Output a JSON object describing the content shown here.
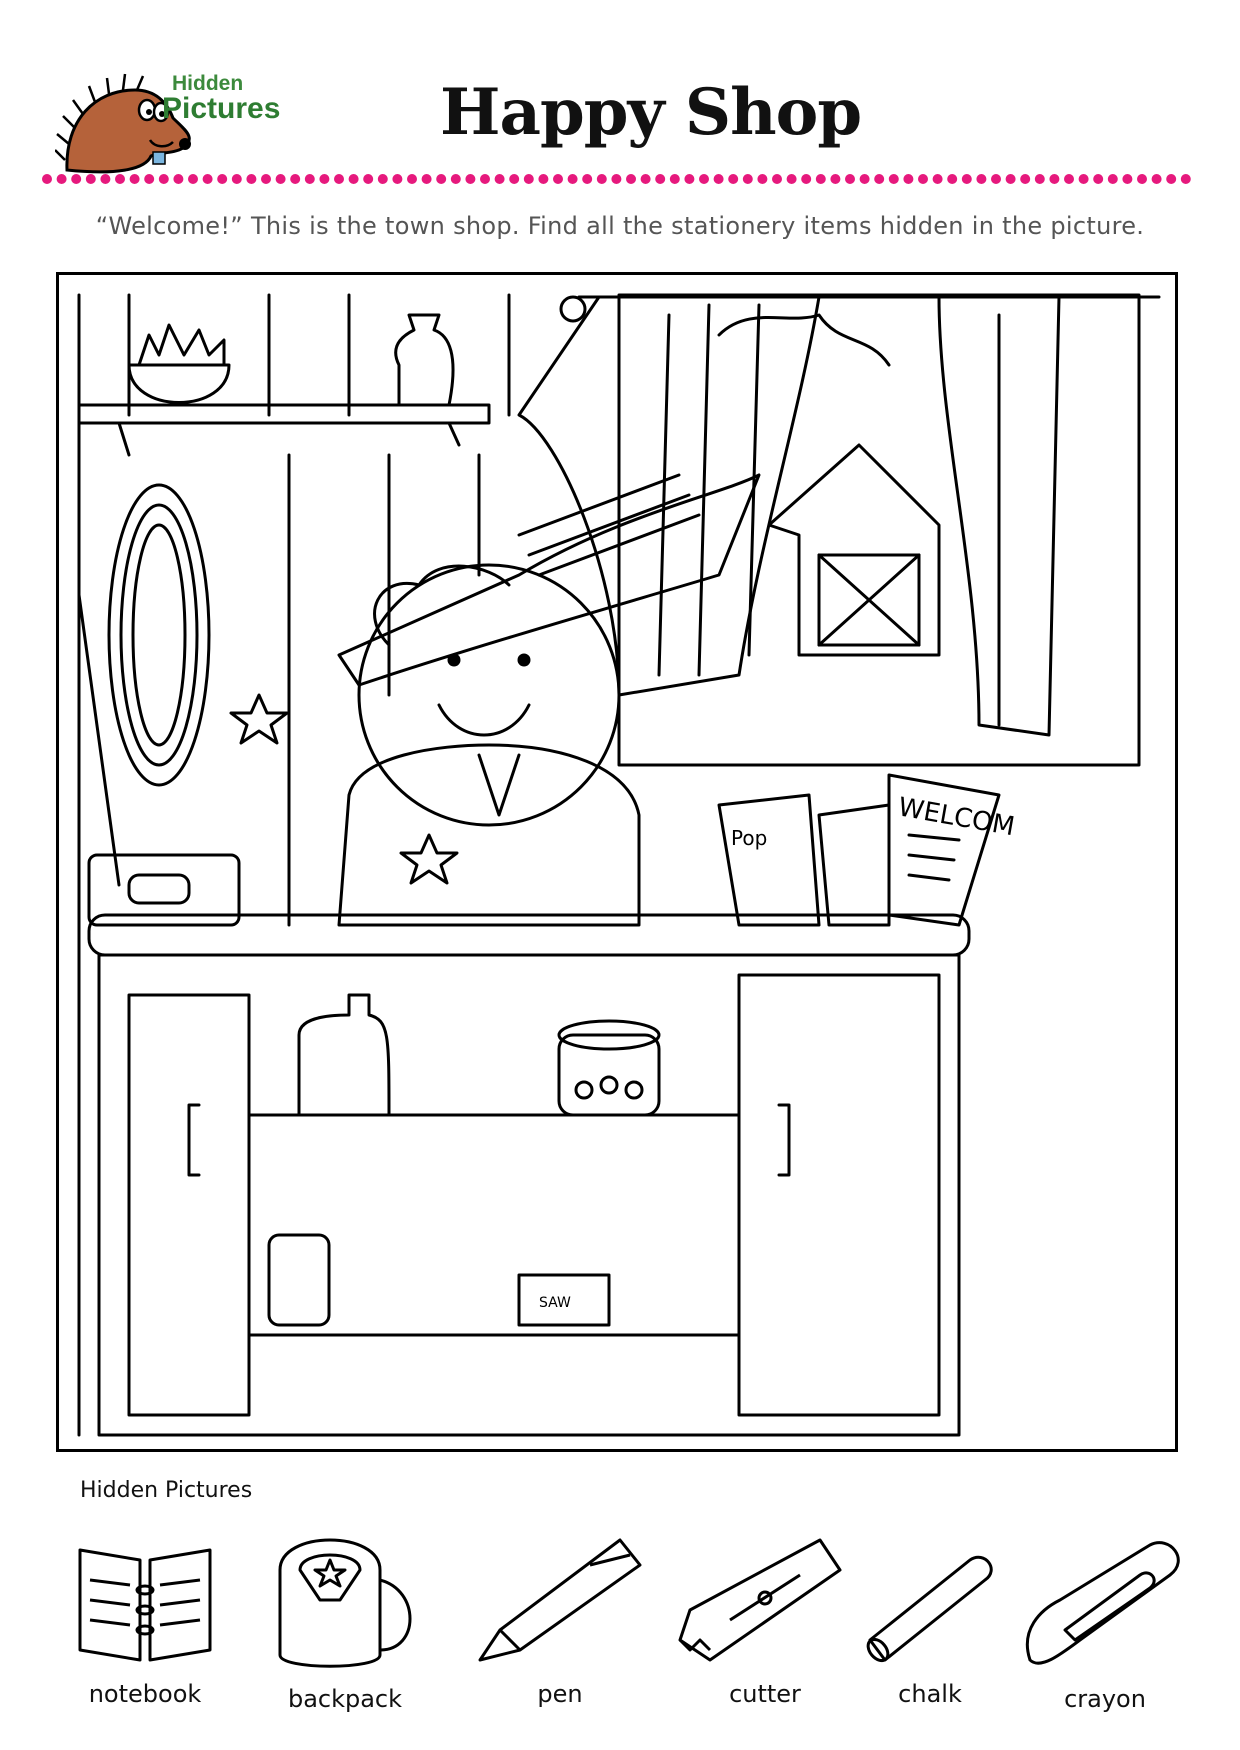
{
  "brand": {
    "line1": "Hidden",
    "line2": "Pictures"
  },
  "title": "Happy Shop",
  "instructions": "“Welcome!” This is the town shop. Find all the stationery items hidden in the picture.",
  "scene": {
    "sign_text": "WELCOM",
    "popcorn_text": "Pop",
    "box_text": "SAW"
  },
  "legend": {
    "title": "Hidden Pictures",
    "items": [
      {
        "label": "notebook",
        "icon": "notebook-icon"
      },
      {
        "label": "backpack",
        "icon": "backpack-icon"
      },
      {
        "label": "pen",
        "icon": "pen-icon"
      },
      {
        "label": "cutter",
        "icon": "cutter-icon"
      },
      {
        "label": "chalk",
        "icon": "chalk-icon"
      },
      {
        "label": "crayon",
        "icon": "crayon-icon"
      }
    ]
  },
  "colors": {
    "brand_green": "#2e7d32",
    "dot_pink": "#e6197d",
    "mascot_brown": "#b5623a"
  }
}
